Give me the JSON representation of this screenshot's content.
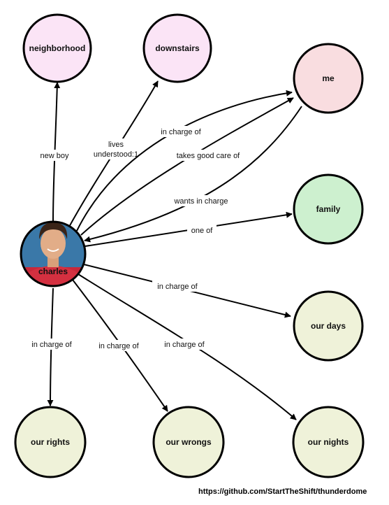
{
  "diagram": {
    "nodes": {
      "neighborhood": {
        "label": "neighborhood",
        "fill": "#fbe4f6"
      },
      "downstairs": {
        "label": "downstairs",
        "fill": "#fbe4f6"
      },
      "me": {
        "label": "me",
        "fill": "#f9dde0"
      },
      "family": {
        "label": "family",
        "fill": "#cdf0cf"
      },
      "charles": {
        "label": "charles",
        "fill": "#3a78a8"
      },
      "our_days": {
        "label": "our days",
        "fill": "#eff2d9"
      },
      "our_rights": {
        "label": "our rights",
        "fill": "#eff2d9"
      },
      "our_wrongs": {
        "label": "our wrongs",
        "fill": "#eff2d9"
      },
      "our_nights": {
        "label": "our nights",
        "fill": "#eff2d9"
      }
    },
    "edges": [
      {
        "from": "charles",
        "to": "neighborhood",
        "label": "new boy"
      },
      {
        "from": "charles",
        "to": "downstairs",
        "label": "lives understood:1"
      },
      {
        "from": "charles",
        "to": "me",
        "label": "in charge of"
      },
      {
        "from": "charles",
        "to": "me",
        "label": "takes good care of"
      },
      {
        "from": "me",
        "to": "charles",
        "label": "wants in charge"
      },
      {
        "from": "charles",
        "to": "family",
        "label": "one of"
      },
      {
        "from": "charles",
        "to": "our_days",
        "label": "in charge of"
      },
      {
        "from": "charles",
        "to": "our_rights",
        "label": "in charge of"
      },
      {
        "from": "charles",
        "to": "our_wrongs",
        "label": "in charge of"
      },
      {
        "from": "charles",
        "to": "our_nights",
        "label": "in charge of"
      }
    ]
  },
  "footer": {
    "url": "https://github.com/StartTheShift/thunderdome"
  }
}
